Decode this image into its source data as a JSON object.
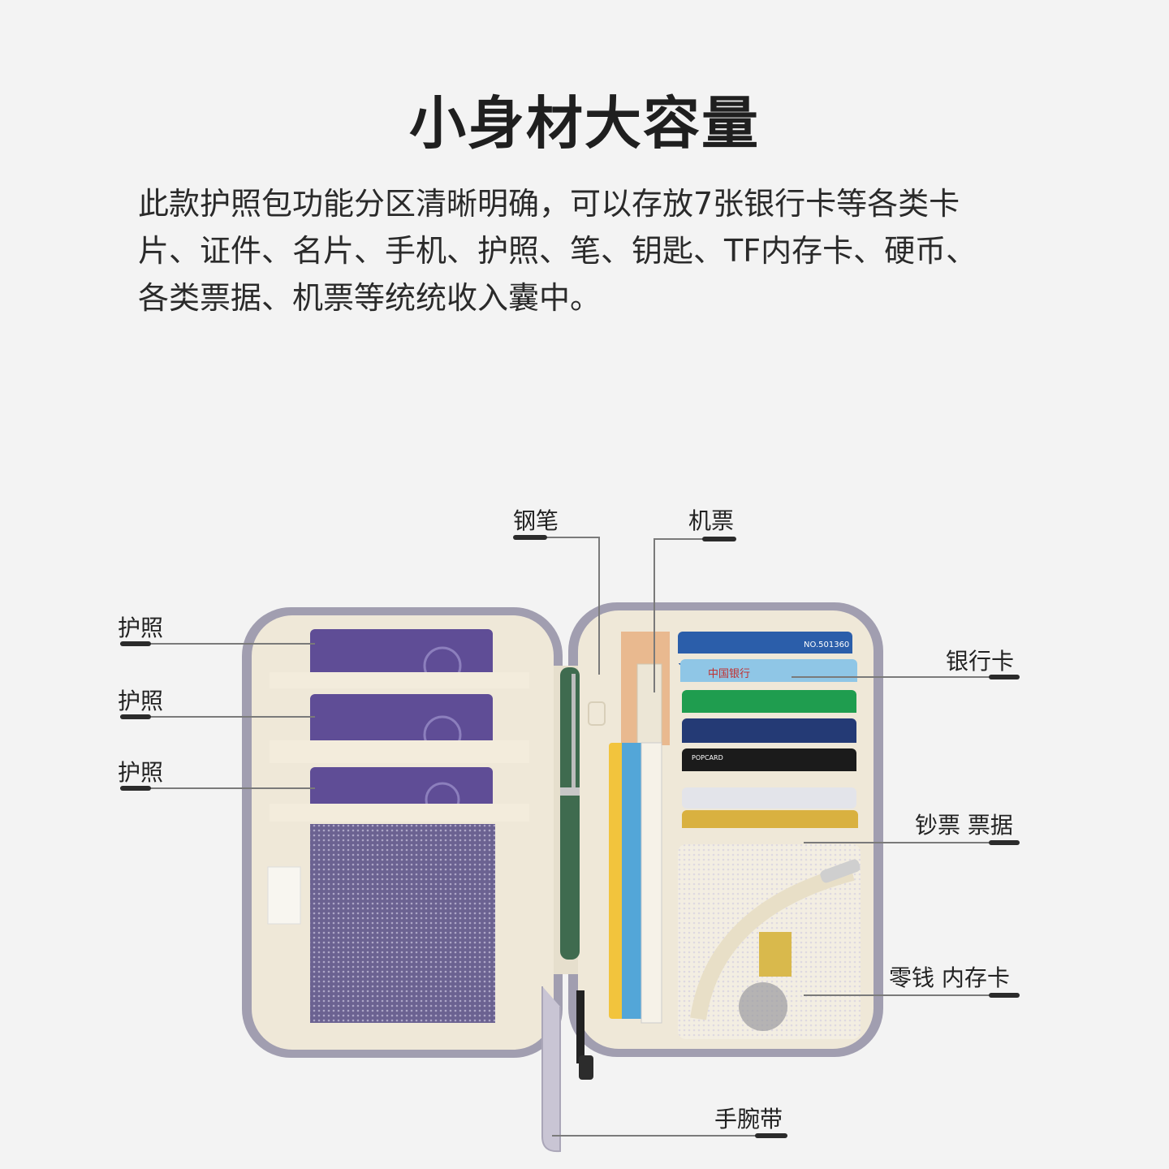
{
  "title": "小身材大容量",
  "description": [
    "此款护照包功能分区清晰明确，可以存放7张银行卡等各类卡",
    "片、证件、名片、手机、护照、笔、钥匙、TF内存卡、硬币、",
    "各类票据、机票等统统收入囊中。"
  ],
  "callouts": {
    "pen": "钢笔",
    "ticket": "机票",
    "passport_1": "护照",
    "passport_2": "护照",
    "passport_3": "护照",
    "bank_card": "银行卡",
    "cash_receipts": "钞票 票据",
    "coins_memory": "零钱 内存卡",
    "wrist_strap": "手腕带"
  },
  "card_texts": {
    "bank_logo": "中国银行",
    "popcard": "POPCARD",
    "no": "NO.501360"
  },
  "colors": {
    "case_border": "#9a97a8",
    "lining": "#efe8d8",
    "passport": "#5f4d96",
    "pen": "#3f6b4f"
  }
}
